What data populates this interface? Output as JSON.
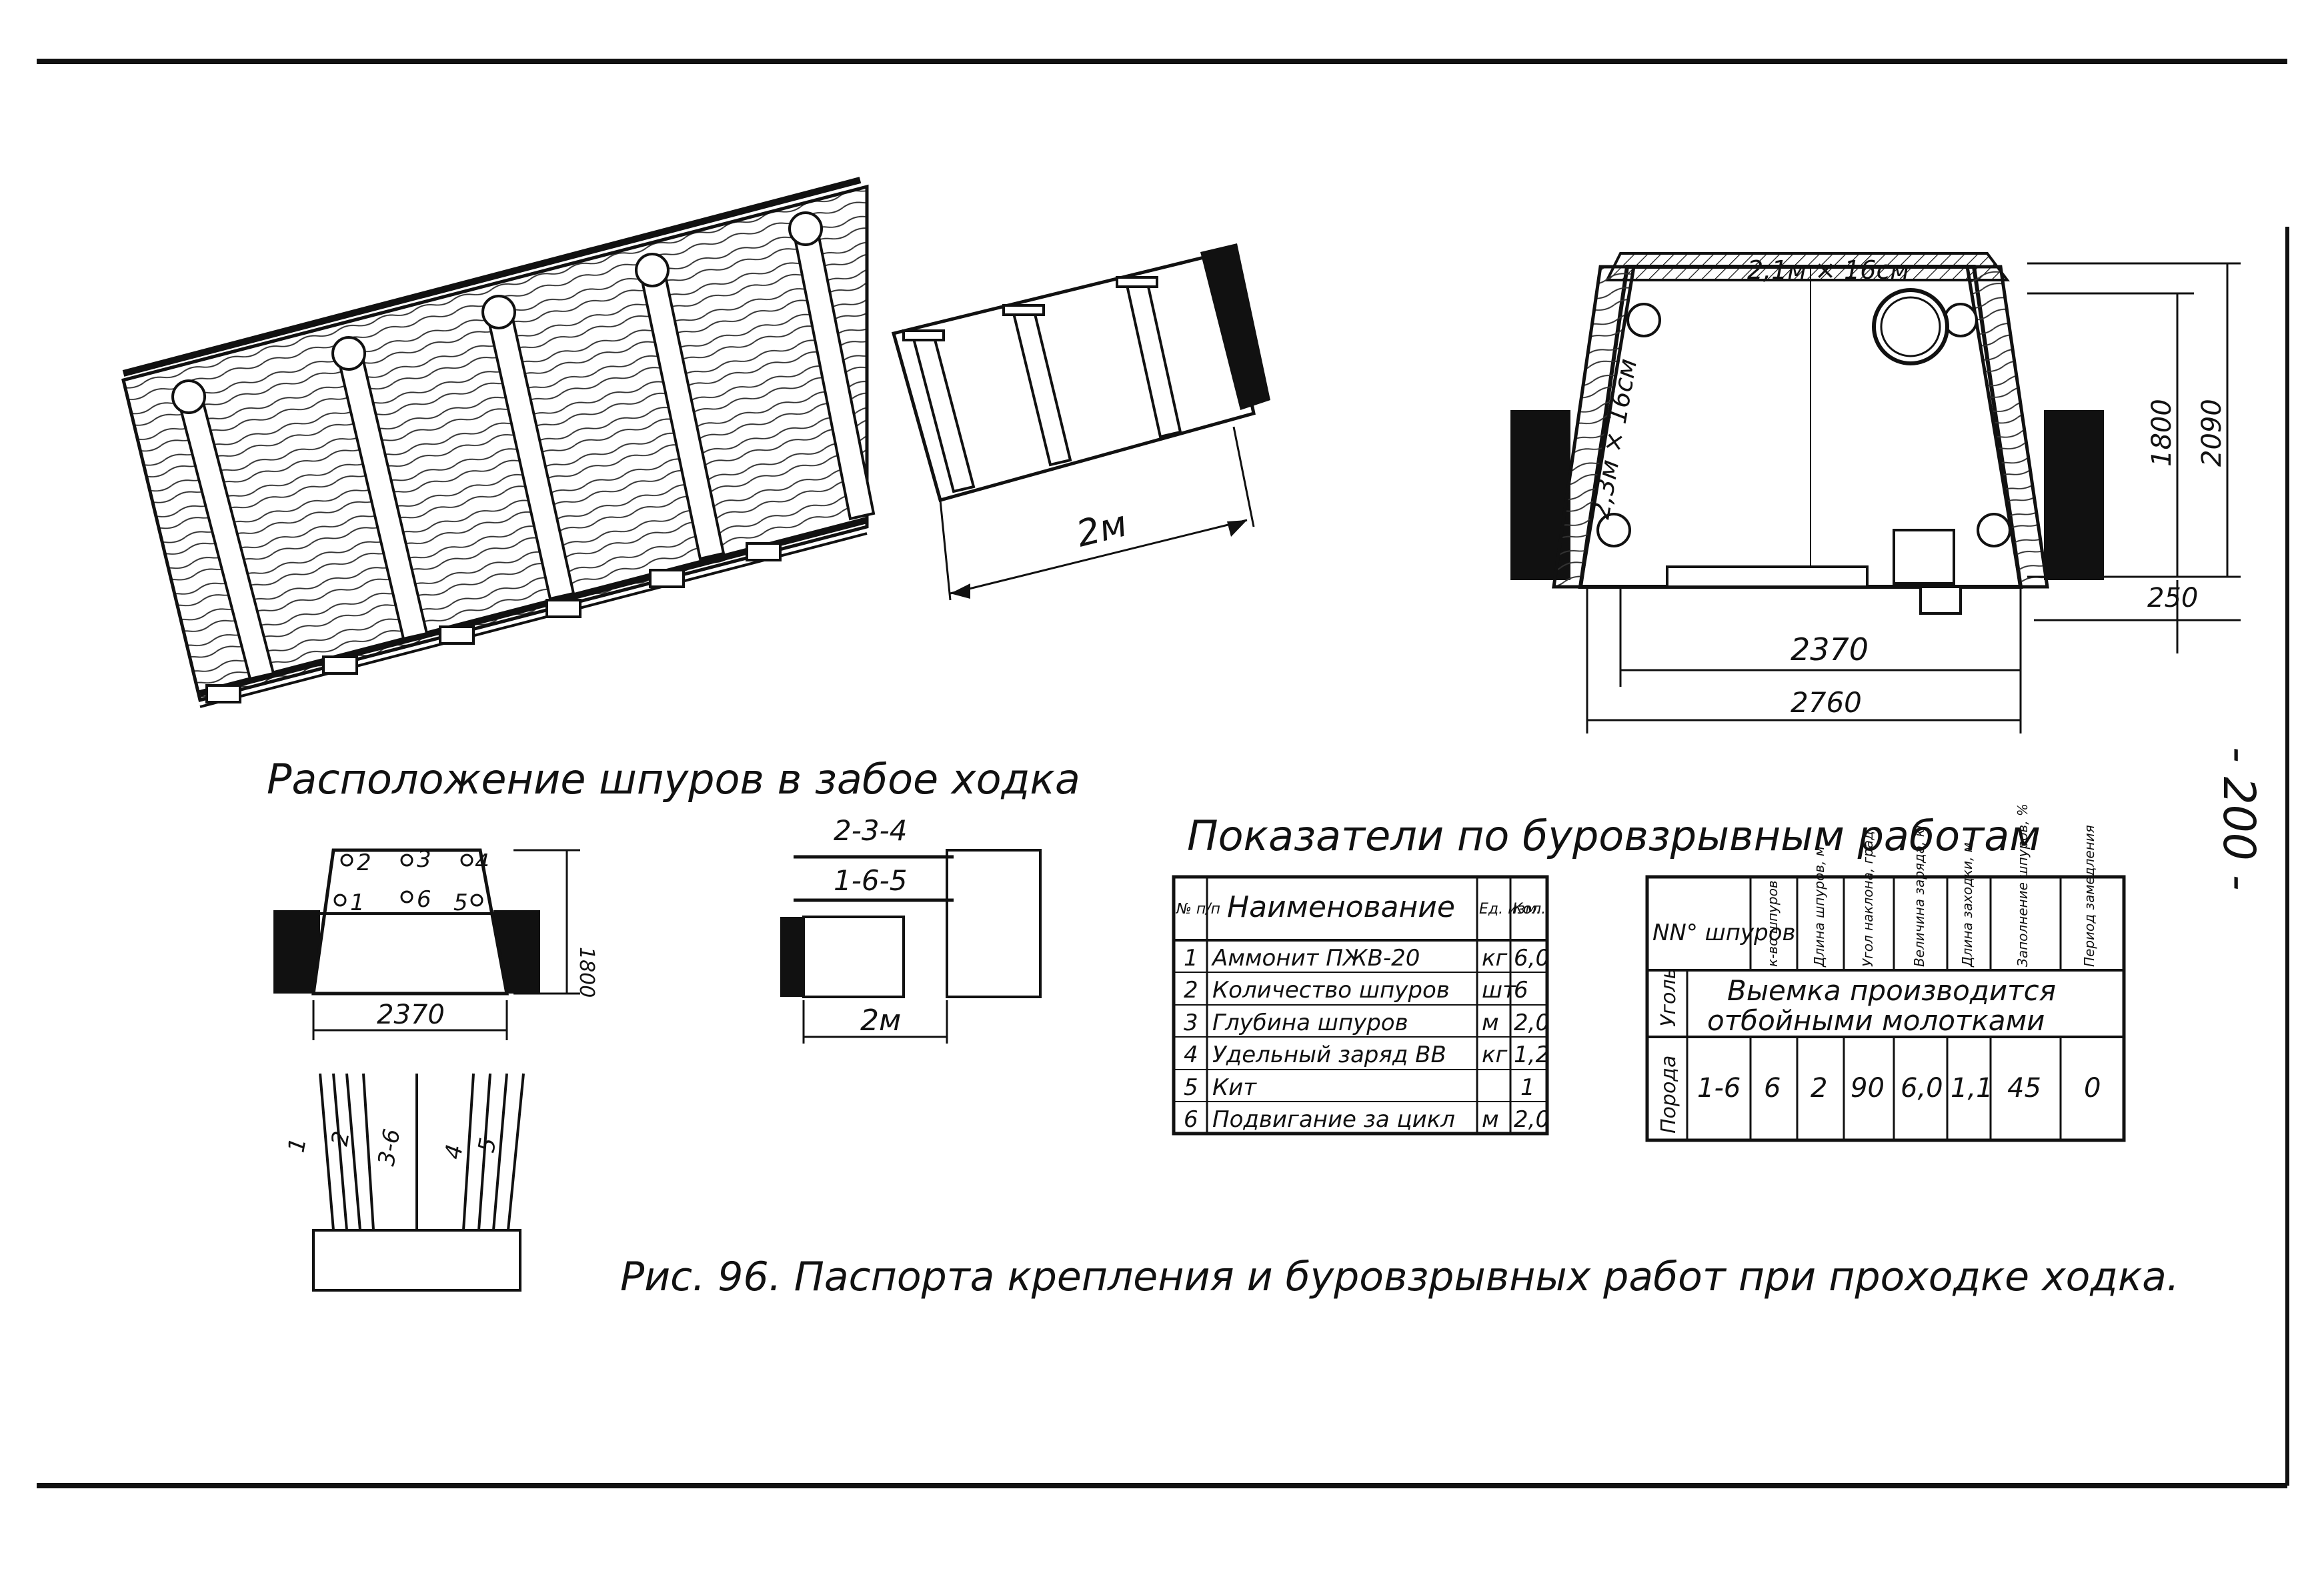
{
  "longitudinal": {
    "dim_2m": "2м"
  },
  "cross_section": {
    "cap_label": "2,1м × 16см",
    "post_label": "2,3м × 16см",
    "dim_1800": "1800",
    "dim_2090": "2090",
    "dim_250": "250",
    "dim_2370": "2370",
    "dim_2760": "2760"
  },
  "face": {
    "title": "Расположение шпуров в забое ходка",
    "holes": [
      {
        "n": "2"
      },
      {
        "n": "3"
      },
      {
        "n": "4"
      },
      {
        "n": "1"
      },
      {
        "n": "6"
      },
      {
        "n": "5"
      }
    ],
    "dim_1800": "1800",
    "dim_2370": "2370",
    "side_label_top": "2-3-4",
    "side_label_bottom": "1-6-5",
    "side_dim": "2м",
    "plan_labels": [
      "1",
      "2",
      "3-6",
      "4",
      "5"
    ]
  },
  "page_number": "- 200 -",
  "table_title": "Показатели по буровзрывным работам",
  "table1": {
    "headers": [
      "№ п/п",
      "Наименование",
      "Ед. изм.",
      "Кол."
    ],
    "rows": [
      {
        "n": "1",
        "name": "Аммонит ПЖВ-20",
        "unit": "кг",
        "qty": "6,0"
      },
      {
        "n": "2",
        "name": "Количество шпуров",
        "unit": "шт",
        "qty": "6"
      },
      {
        "n": "3",
        "name": "Глубина шпуров",
        "unit": "м",
        "qty": "2,0"
      },
      {
        "n": "4",
        "name": "Удельный заряд ВВ",
        "unit": "кг",
        "qty": "1,2"
      },
      {
        "n": "5",
        "name": "Кит",
        "unit": "",
        "qty": "1"
      },
      {
        "n": "6",
        "name": "Подвигание за цикл",
        "unit": "м",
        "qty": "2,0"
      }
    ]
  },
  "table2": {
    "corner": "NN° шпуров",
    "headers": [
      "к-во шпуров",
      "Длина шпуров, м",
      "Угол наклона, град",
      "Величина заряда, кг",
      "Длина заходки, м",
      "Заполнение шпуров, %",
      "Период замедления"
    ],
    "row_coal_label": "Уголь",
    "coal_note_1": "Выемка производится",
    "coal_note_2": "отбойными молотками",
    "row_rock_label": "Порода",
    "rock_values": [
      "1-6",
      "6",
      "2",
      "90",
      "6,0",
      "1,1",
      "45",
      "0"
    ]
  },
  "caption": "Рис. 96.   Паспорта крепления и буровзрывных работ при проходке ходка."
}
